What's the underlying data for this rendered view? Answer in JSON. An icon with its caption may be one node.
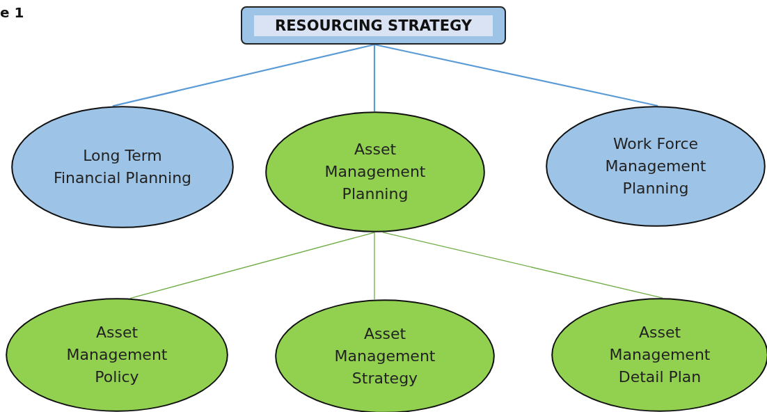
{
  "diagram": {
    "nodes": [
      {
        "text": [
          "RESOURCING STRATEGY"
        ]
      },
      {
        "text": [
          "Long Term Financial Planning"
        ]
      },
      {
        "text": [
          "Asset Management Planning"
        ]
      },
      {
        "text": [
          "Work Force Management Planning"
        ]
      },
      {
        "text": [
          "Asset Management Policy"
        ]
      },
      {
        "text": [
          "Asset Management Strategy"
        ]
      },
      {
        "text": [
          "Asset Management Detail Plan"
        ]
      }
    ],
    "edges": [
      {
        "from": 0,
        "to": 1,
        "arrow": "none"
      },
      {
        "from": 0,
        "to": 2,
        "arrow": "none"
      },
      {
        "from": 0,
        "to": 3,
        "arrow": "none"
      },
      {
        "from": 2,
        "to": 4,
        "arrow": "none",
        "color": "#70ad47"
      },
      {
        "from": 2,
        "to": 5,
        "arrow": "none",
        "color": "#70ad47"
      },
      {
        "from": 2,
        "to": 6,
        "arrow": "none",
        "color": "#70ad47"
      }
    ],
    "labels": [
      "e 1"
    ]
  }
}
